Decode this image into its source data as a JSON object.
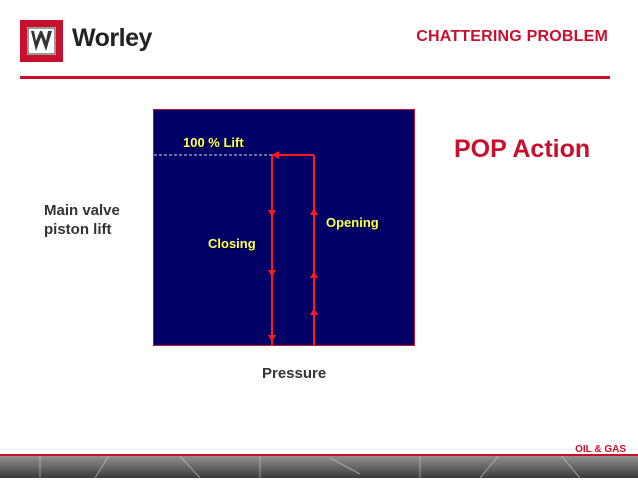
{
  "brand": {
    "name": "Worley"
  },
  "header": {
    "title": "CHATTERING PROBLEM"
  },
  "diagram": {
    "lift_label": "100 % Lift",
    "closing_label": "Closing",
    "opening_label": "Opening",
    "y_label_line1": "Main valve",
    "y_label_line2": "piston lift",
    "x_label": "Pressure"
  },
  "side": {
    "title": "POP Action"
  },
  "footer": {
    "text": "OIL & GAS"
  },
  "colors": {
    "accent": "#c8102e",
    "plot_bg": "#000066",
    "label_text": "#ffff66"
  },
  "icons": {
    "logo": "worley-logo-icon"
  }
}
